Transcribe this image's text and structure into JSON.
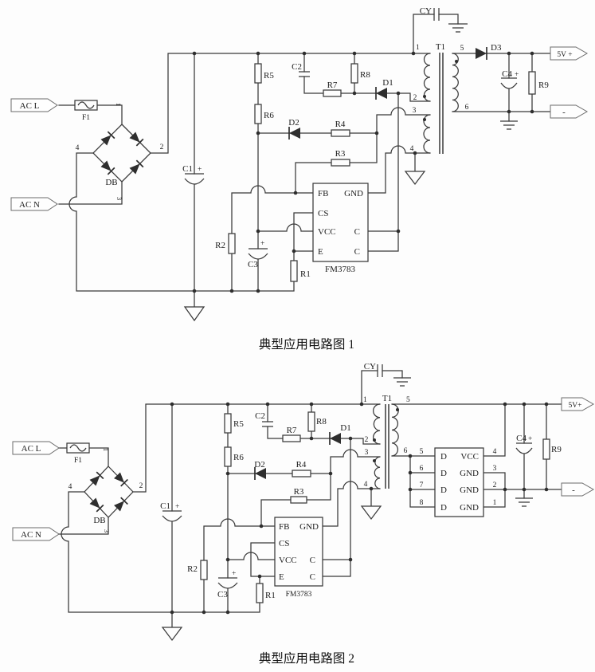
{
  "page": {
    "bg": "#fdfdfd",
    "ink": "#3a3a3a"
  },
  "captions": {
    "figure1": "典型应用电路图 1",
    "figure2": "典型应用电路图 2"
  },
  "shared": {
    "plus": "+"
  },
  "c1": {
    "terminals": {
      "ac_l": "AC L",
      "ac_n": "AC N",
      "vout": "5V +",
      "vneg": "-"
    },
    "parts": {
      "f1": "F1",
      "db": "DB",
      "c1": "C1",
      "c2": "C2",
      "c3": "C3",
      "c4": "C4",
      "cy": "CY",
      "r1": "R1",
      "r2": "R2",
      "r3": "R3",
      "r4": "R4",
      "r5": "R5",
      "r6": "R6",
      "r7": "R7",
      "r8": "R8",
      "r9": "R9",
      "d1": "D1",
      "d2": "D2",
      "d3": "D3",
      "t1": "T1"
    },
    "bridge_pins": {
      "p1": "1",
      "p2": "2",
      "p3": "3",
      "p4": "4"
    },
    "t_pins": {
      "p1": "1",
      "p2": "2",
      "p3": "3",
      "p4": "4",
      "p5": "5",
      "p6": "6"
    },
    "ic": {
      "name": "FM3783",
      "left": [
        "FB",
        "CS",
        "VCC",
        "E"
      ],
      "right": [
        "GND",
        "C",
        "C"
      ]
    }
  },
  "c2": {
    "terminals": {
      "ac_l": "AC L",
      "ac_n": "AC N",
      "vout": "5V+",
      "vneg": "-"
    },
    "parts": {
      "f1": "F1",
      "db": "DB",
      "c1": "C1",
      "c2": "C2",
      "c3": "C3",
      "c4": "C4",
      "cy": "CY",
      "r1": "R1",
      "r2": "R2",
      "r3": "R3",
      "r4": "R4",
      "r5": "R5",
      "r6": "R6",
      "r7": "R7",
      "r8": "R8",
      "r9": "R9",
      "d1": "D1",
      "d2": "D2",
      "t1": "T1"
    },
    "bridge_pins": {
      "p1": "1",
      "p2": "2",
      "p3": "3",
      "p4": "4"
    },
    "t_pins": {
      "p1": "1",
      "p2": "2",
      "p3": "3",
      "p4": "4",
      "p5": "5",
      "p6": "6"
    },
    "ic": {
      "name": "FM3783",
      "left": [
        "FB",
        "CS",
        "VCC",
        "E"
      ],
      "right": [
        "GND",
        "C",
        "C"
      ]
    },
    "sync": {
      "left": [
        "D",
        "D",
        "D",
        "D"
      ],
      "left_nums": [
        "5",
        "6",
        "7",
        "8"
      ],
      "right": [
        "VCC",
        "GND",
        "GND",
        "GND"
      ],
      "right_nums": [
        "4",
        "3",
        "2",
        "1"
      ]
    }
  }
}
